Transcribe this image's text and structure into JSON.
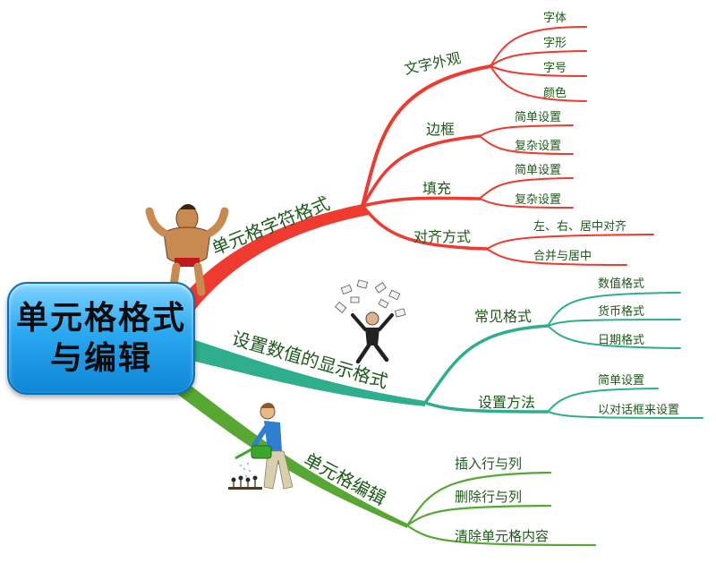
{
  "root": {
    "line1": "单元格格式",
    "line2": "与编辑"
  },
  "branches": [
    {
      "label": "单元格字符格式",
      "color": "#ee3a2f",
      "children": [
        {
          "label": "文字外观",
          "children": [
            "字体",
            "字形",
            "字号",
            "颜色"
          ]
        },
        {
          "label": "边框",
          "children": [
            "简单设置",
            "复杂设置"
          ]
        },
        {
          "label": "填充",
          "children": [
            "简单设置",
            "复杂设置"
          ]
        },
        {
          "label": "对齐方式",
          "children": [
            "左、右、居中对齐",
            "合并与居中"
          ]
        }
      ]
    },
    {
      "label": "设置数值的显示格式",
      "color": "#2fae8e",
      "children": [
        {
          "label": "常见格式",
          "children": [
            "数值格式",
            "货币格式",
            "日期格式"
          ]
        },
        {
          "label": "设置方法",
          "children": [
            "简单设置",
            "以对话框来设置"
          ]
        }
      ]
    },
    {
      "label": "单元格编辑",
      "color": "#56a832",
      "children": [
        {
          "label": "插入行与列",
          "children": []
        },
        {
          "label": "删除行与列",
          "children": []
        },
        {
          "label": "清除单元格内容",
          "children": []
        }
      ]
    }
  ],
  "icons": [
    "strongman-icon",
    "juggler-icon",
    "gardener-icon"
  ]
}
